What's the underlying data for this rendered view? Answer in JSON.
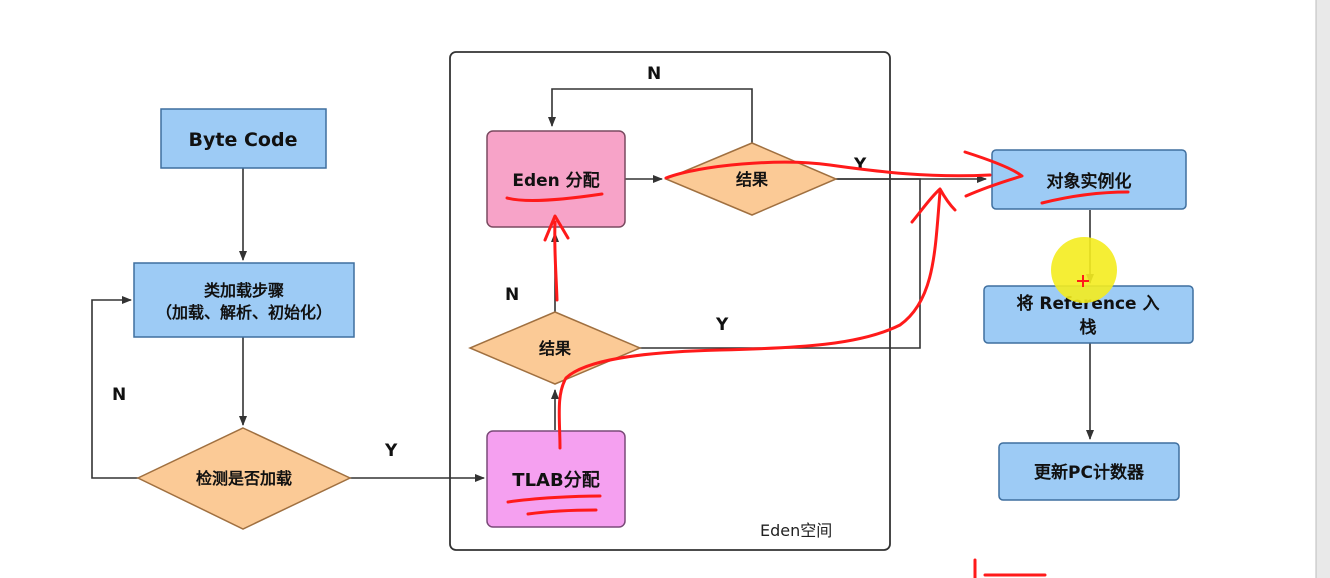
{
  "diagram": {
    "nodes": {
      "bytecode": {
        "label": "Byte Code"
      },
      "class_loading_line1": {
        "label": "类加载步骤"
      },
      "class_loading_line2": {
        "label": "（加载、解析、初始化）"
      },
      "check_loaded": {
        "label": "检测是否加载"
      },
      "tlab_alloc": {
        "label": "TLAB分配"
      },
      "result_lower": {
        "label": "结果"
      },
      "eden_alloc": {
        "label": "Eden 分配"
      },
      "result_upper": {
        "label": "结果"
      },
      "instantiate": {
        "label": "对象实例化"
      },
      "push_ref_line1": {
        "label": "将 Reference 入"
      },
      "push_ref_line2": {
        "label": "栈"
      },
      "update_pc": {
        "label": "更新PC计数器"
      }
    },
    "edge_labels": {
      "check_no": "N",
      "check_yes": "Y",
      "lower_no": "N",
      "lower_yes": "Y",
      "upper_no": "N",
      "upper_yes": "Y"
    },
    "region": {
      "label": "Eden空间"
    },
    "colors": {
      "blue": "#9dcbf5",
      "blue_border": "#3f6f9f",
      "pink": "#f7a3c8",
      "magenta": "#f5a0f0",
      "orange": "#fbca96",
      "orange_border": "#a07040",
      "annotation_red": "#ff1a1a",
      "cursor_yellow": "#f4ec1f"
    }
  }
}
